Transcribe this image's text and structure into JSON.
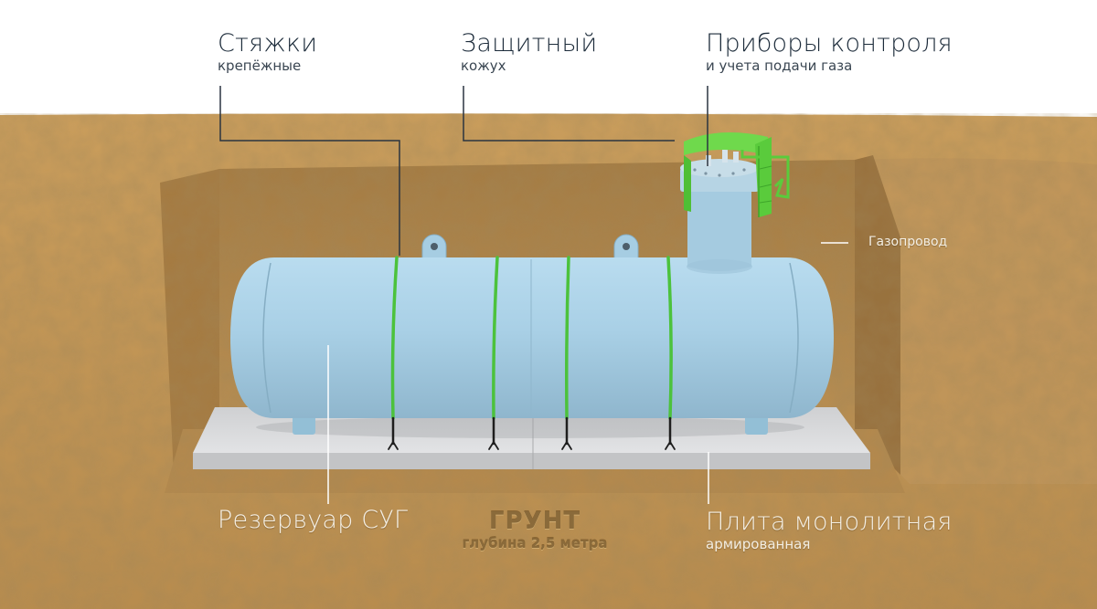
{
  "callouts": {
    "straps": {
      "title": "Стяжки",
      "subtitle": "крепёжные"
    },
    "cover": {
      "title": "Защитный",
      "subtitle": "кожух"
    },
    "instruments": {
      "title": "Приборы контроля",
      "subtitle": "и учета подачи газа"
    },
    "pipeline": {
      "title": "Газопровод"
    },
    "tank": {
      "title": "Резервуар СУГ"
    },
    "slab": {
      "title": "Плита монолитная",
      "subtitle": "армированная"
    }
  },
  "soil": {
    "title": "ГРУНТ",
    "subtitle": "глубина 2,5 метра"
  },
  "colors": {
    "soil": "#c49a5a",
    "soil_shadow": "#9c7540",
    "tank": "#a9cfe3",
    "tank_shade": "#8fb8cf",
    "strap": "#4cc23c",
    "cover": "#5ccf3c",
    "slab": "#d9dadc",
    "leader_dark": "#2a3440",
    "leader_light": "#ffffff"
  }
}
